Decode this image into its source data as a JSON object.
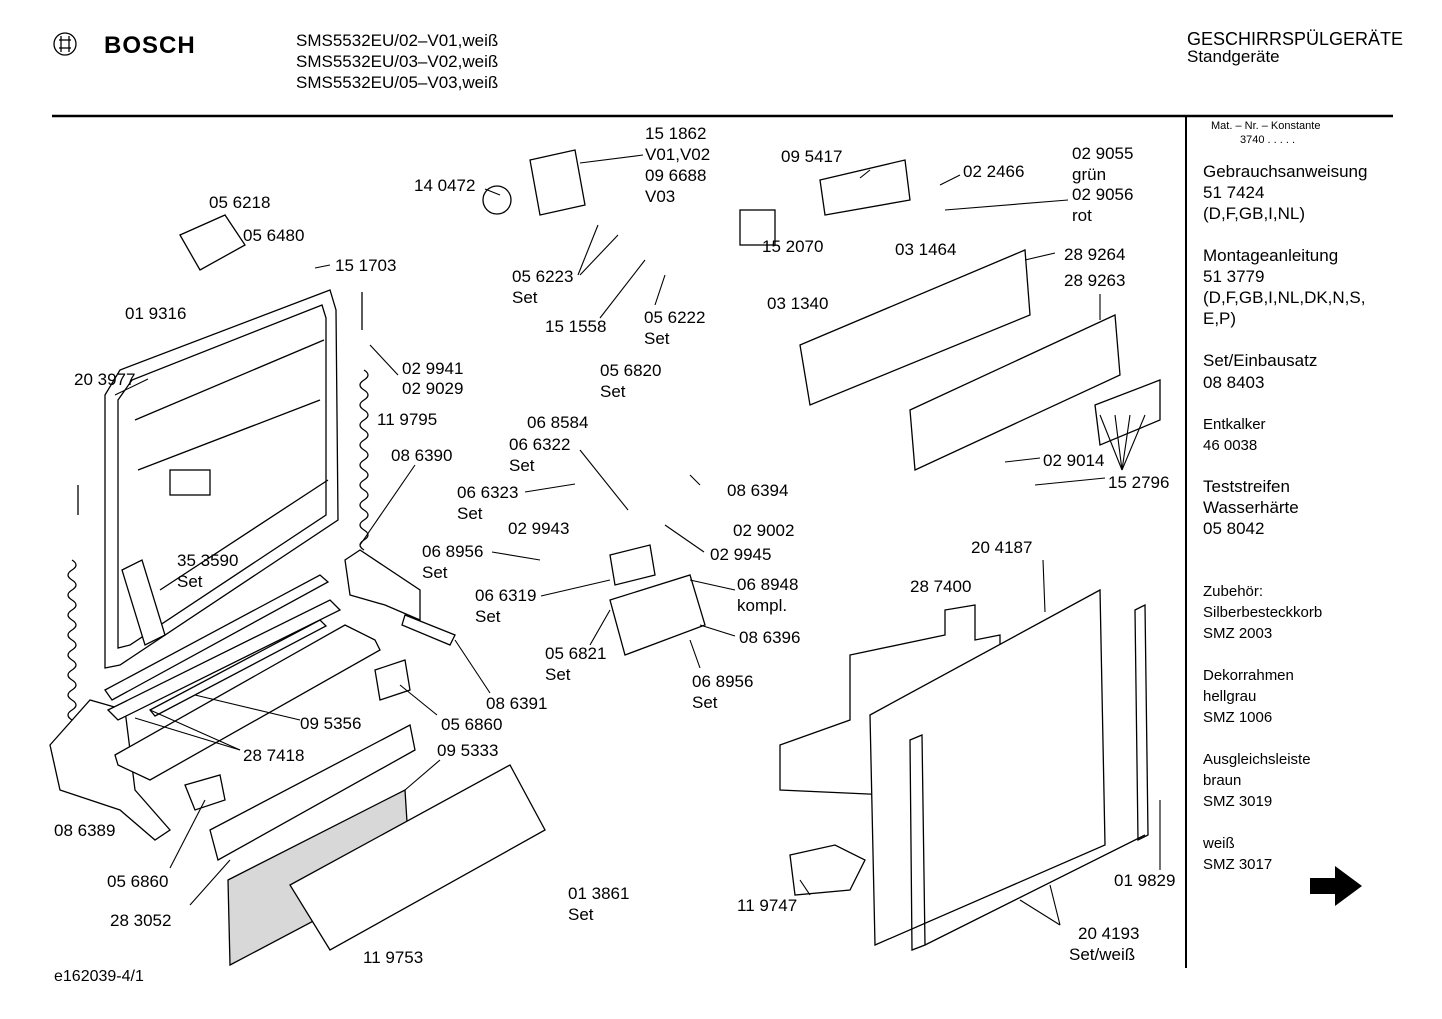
{
  "header": {
    "brand": "BOSCH",
    "models": [
      "SMS5532EU/02–V01,weiß",
      "SMS5532EU/03–V02,weiß",
      "SMS5532EU/05–V03,weiß"
    ],
    "category": "GESCHIRRSPÜLGERÄTE",
    "subcategory": "Standgeräte"
  },
  "sidebar": {
    "mat_label": "Mat. – Nr. – Konstante",
    "mat_value": "3740 . . . . .",
    "sections": [
      {
        "lines": [
          "Gebrauchsanweisung",
          "51 7424",
          "(D,F,GB,I,NL)"
        ]
      },
      {
        "lines": [
          "Montageanleitung",
          "51 3779",
          "(D,F,GB,I,NL,DK,N,S,",
          "E,P)"
        ]
      },
      {
        "lines": [
          "Set/Einbausatz",
          "08 8403"
        ]
      },
      {
        "lines": [
          "Entkalker",
          "46 0038"
        ]
      },
      {
        "lines": [
          "Teststreifen",
          "Wasserhärte",
          "05 8042"
        ]
      },
      {
        "lines": [
          "Zubehör:",
          "Silberbesteckkorb",
          "SMZ 2003"
        ]
      },
      {
        "lines": [
          "Dekorrahmen",
          "hellgrau",
          "SMZ 1006"
        ]
      },
      {
        "lines": [
          "Ausgleichsleiste",
          "braun",
          "SMZ 3019"
        ]
      },
      {
        "lines": [
          "weiß",
          "SMZ 3017"
        ]
      }
    ]
  },
  "footer": {
    "drawing_id": "e162039-4/1"
  },
  "labels": {
    "p151862": "15 1862",
    "v0102": "V01,V02",
    "p096688": "09 6688",
    "v03": "V03",
    "p140472": "14 0472",
    "p056218": "05 6218",
    "p056480": "05 6480",
    "p151703": "15 1703",
    "p019316": "01 9316",
    "p056223": "05 6223",
    "set1": "Set",
    "p151558": "15 1558",
    "p056222": "05 6222",
    "set2": "Set",
    "p095417": "09 5417",
    "p022466": "02 2466",
    "p029055": "02 9055",
    "gruen": "grün",
    "p029056": "02 9056",
    "rot": "rot",
    "p152070": "15 2070",
    "p031464": "03 1464",
    "p289264": "28 9264",
    "p289263": "28 9263",
    "p031340": "03 1340",
    "p029941": "02 9941",
    "p029029": "02 9029",
    "p203977": "20 3977",
    "p119795": "11 9795",
    "p056820": "05 6820",
    "set3": "Set",
    "p068584": "06 8584",
    "p066322": "06 6322",
    "set4": "Set",
    "p086390": "08 6390",
    "p066323": "06 6323",
    "set5": "Set",
    "p086394": "08 6394",
    "p029014": "02 9014",
    "p152796": "15 2796",
    "p029943": "02 9943",
    "p029002": "02 9002",
    "p029945": "02 9945",
    "p353590": "35 3590",
    "set6": "Set",
    "p068956a": "06 8956",
    "set7": "Set",
    "p204187": "20 4187",
    "p066319": "06 6319",
    "set8": "Set",
    "p068948": "06 8948",
    "kompl": "kompl.",
    "p287400": "28 7400",
    "p086396": "08 6396",
    "p056821": "05 6821",
    "set9": "Set",
    "p068956b": "06 8956",
    "set10": "Set",
    "p086391": "08 6391",
    "p095356": "09 5356",
    "p056860a": "05 6860",
    "p287418": "28 7418",
    "p095333": "09 5333",
    "p086389": "08 6389",
    "p056860b": "05 6860",
    "p013861": "01 3861",
    "set11": "Set",
    "p019829": "01 9829",
    "p283052": "28 3052",
    "p119747": "11 9747",
    "p204193": "20 4193",
    "setweiss": "Set/weiß",
    "p119753": "11 9753"
  }
}
